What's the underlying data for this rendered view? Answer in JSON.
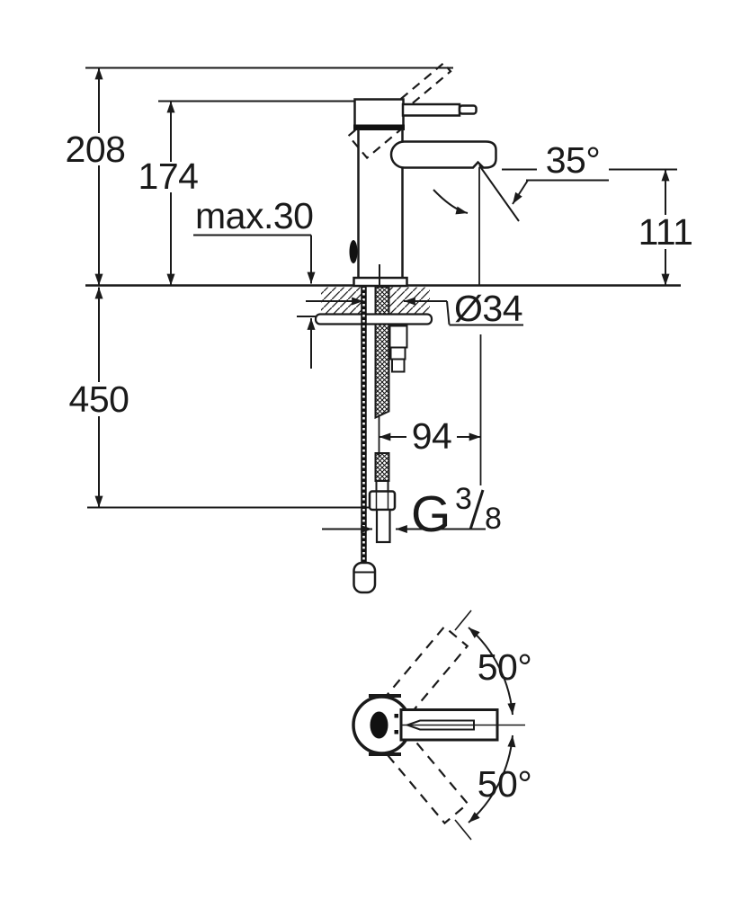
{
  "page": {
    "background": "#ffffff",
    "line_color": "#1a1a1a"
  },
  "side_view": {
    "description": "single-lever basin mixer, side elevation with installation dimensions",
    "labels": {
      "overall_height": "208",
      "height_to_cartridge": "174",
      "mounting_thickness": "max.30",
      "spout_angle": "35°",
      "outlet_height": "111",
      "hole_diameter": "Ø34",
      "supply_length": "450",
      "spout_projection": "94",
      "thread_letter": "G",
      "thread_numerator": "3",
      "thread_denominator": "8"
    }
  },
  "top_view": {
    "description": "plan view of faucet with lever swing angles",
    "labels": {
      "lever_swing_up": "50°",
      "lever_swing_down": "50°"
    }
  }
}
